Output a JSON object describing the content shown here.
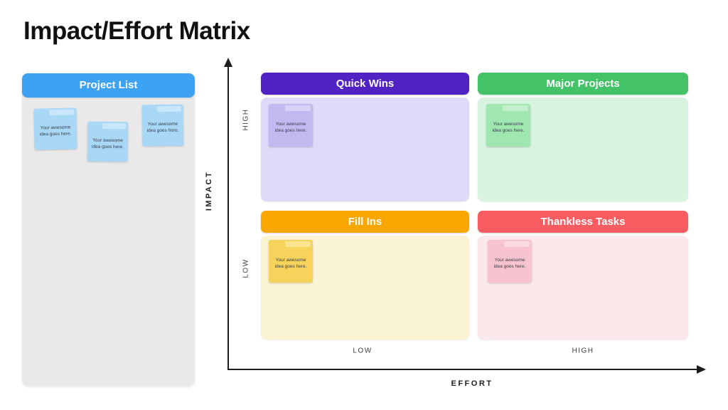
{
  "title": "Impact/Effort Matrix",
  "project_list": {
    "header": "Project List",
    "header_color": "#3EA2F2",
    "panel_color": "#E9E9EA",
    "notes": [
      {
        "text": "Your awesome idea goes here.",
        "color": "#A9D8F7",
        "tab_color": "#C9E6FB"
      },
      {
        "text": "Your awesome idea goes here.",
        "color": "#A9D8F7",
        "tab_color": "#C9E6FB"
      },
      {
        "text": "Your awesome idea goes here.",
        "color": "#A9D8F7",
        "tab_color": "#C9E6FB"
      }
    ]
  },
  "axes": {
    "y_label": "IMPACT",
    "y_high": "HIGH",
    "y_low": "LOW",
    "x_label": "EFFORT",
    "x_low": "LOW",
    "x_high": "HIGH",
    "color": "#1D1D1F"
  },
  "quadrants": [
    {
      "id": "quick-wins",
      "label": "Quick Wins",
      "header_color": "#5122C4",
      "body_color": "#DEDAF7",
      "note": {
        "text": "Your awesome idea goes here.",
        "color": "#C3B9F0",
        "tab_color": "#D9D2F8"
      }
    },
    {
      "id": "major-projects",
      "label": "Major Projects",
      "header_color": "#43C268",
      "body_color": "#D8F3DE",
      "note": {
        "text": "Your awesome idea goes here.",
        "color": "#9FE6B1",
        "tab_color": "#C2F0CD"
      }
    },
    {
      "id": "fill-ins",
      "label": "Fill Ins",
      "header_color": "#F8A701",
      "body_color": "#FBF4D3",
      "note": {
        "text": "Your awesome idea goes here.",
        "color": "#F6D35B",
        "tab_color": "#FAE490"
      }
    },
    {
      "id": "thankless-tasks",
      "label": "Thankless Tasks",
      "header_color": "#F75D60",
      "body_color": "#FBE8EA",
      "note": {
        "text": "Your awesome idea goes here.",
        "color": "#F7C3CE",
        "tab_color": "#FADAE1"
      }
    }
  ]
}
